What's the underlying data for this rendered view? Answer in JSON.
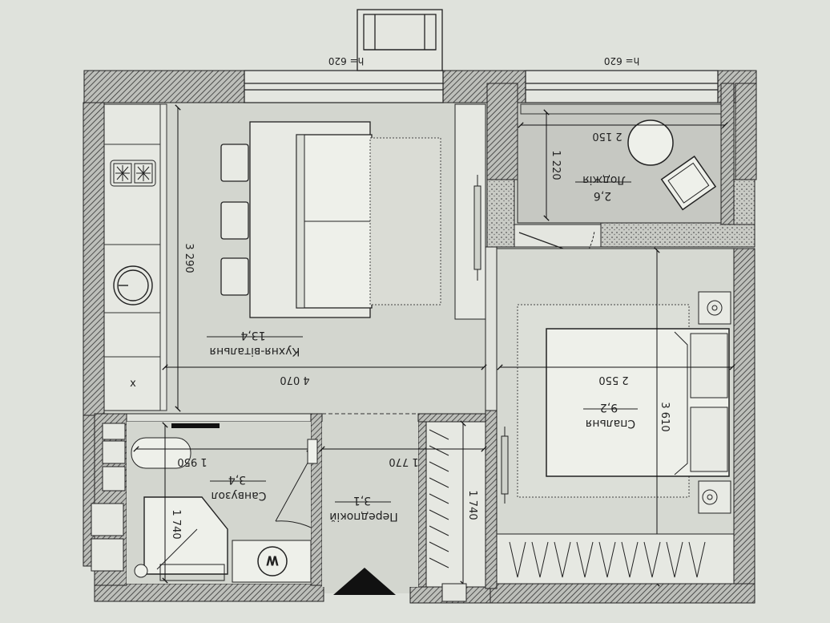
{
  "balcony_heights": {
    "left": "h= 620",
    "right": "h= 620"
  },
  "rooms": {
    "kitchen_living": {
      "name": "Кухня-вітальня",
      "area": "13,4"
    },
    "loggia": {
      "name": "Лоджія",
      "area": "2,6"
    },
    "bedroom": {
      "name": "Спальня",
      "area": "9,2"
    },
    "bathroom": {
      "name": "Санвузол",
      "area": "3,4"
    },
    "hallway": {
      "name": "Передпокій",
      "area": "3,1"
    }
  },
  "dimensions": {
    "kitchen_depth": "3 290",
    "kitchen_width": "4 070",
    "loggia_width": "2 150",
    "loggia_depth": "1 220",
    "bedroom_width": "2 550",
    "bedroom_depth": "3 610",
    "bath_width": "1 950",
    "bath_depth": "1 740",
    "hall_width": "1 770",
    "hall_depth": "1 740"
  },
  "fixture_labels": {
    "washer": "W"
  },
  "colors": {
    "paper": "#dfe2dc",
    "floor": "#d2d5ce",
    "wall_hatch": "#3a3a3a",
    "line": "#1f1f1f"
  }
}
